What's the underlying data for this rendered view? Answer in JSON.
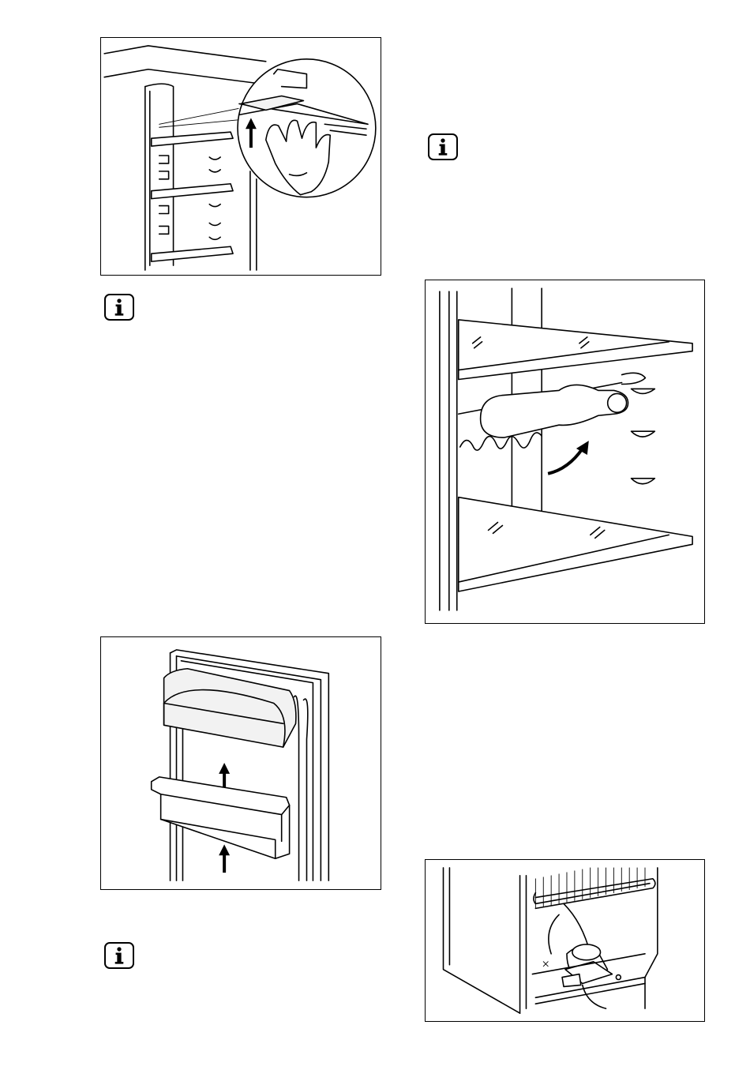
{
  "page": {
    "figures": [
      {
        "id": "fig-shelf-removal",
        "icon": "refrigerator-shelf-lift-illustration"
      },
      {
        "id": "fig-door-shelves",
        "icon": "refrigerator-door-balcony-illustration"
      },
      {
        "id": "fig-bottle-rack",
        "icon": "bottle-rack-illustration"
      },
      {
        "id": "fig-rear-compressor",
        "icon": "refrigerator-rear-compressor-illustration"
      }
    ],
    "info_icons": [
      "info-icon",
      "info-icon",
      "info-icon"
    ]
  }
}
